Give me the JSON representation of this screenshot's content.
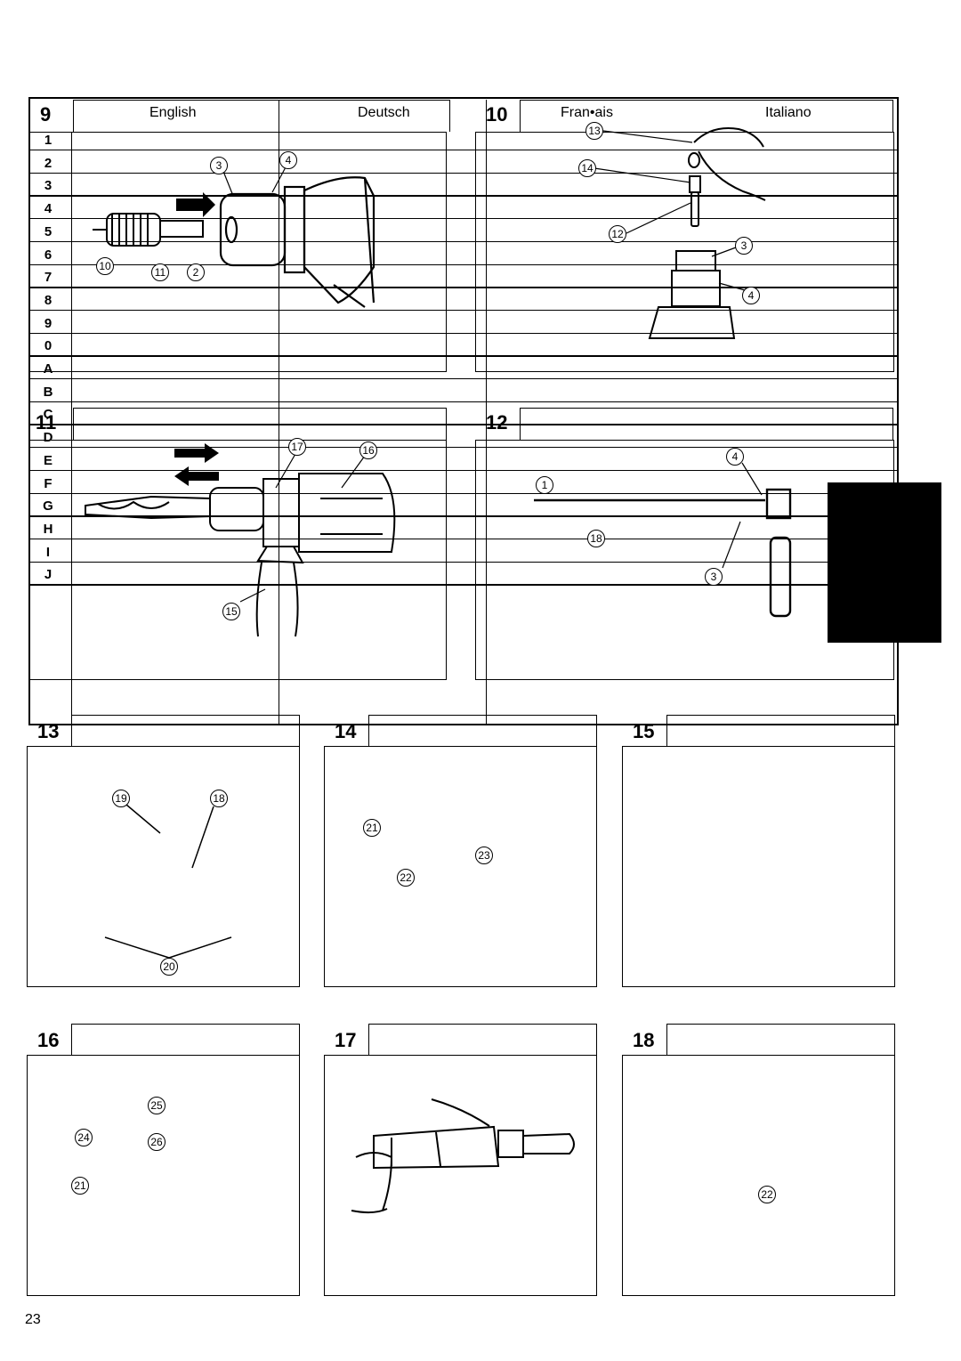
{
  "page": {
    "page_number": "23"
  },
  "table": {
    "headers": [
      "English",
      "Deutsch",
      "Fran•ais",
      "Italiano"
    ],
    "row_labels": [
      "1",
      "2",
      "3",
      "4",
      "5",
      "6",
      "7",
      "8",
      "9",
      "0",
      "A",
      "B",
      "C",
      "D",
      "E",
      "F",
      "G",
      "H",
      "I",
      "J"
    ]
  },
  "figures": {
    "fig9": {
      "number": "9",
      "callouts": [
        "3",
        "4",
        "10",
        "11",
        "2"
      ]
    },
    "fig10": {
      "number": "10",
      "callouts": [
        "13",
        "14",
        "12",
        "3",
        "4"
      ]
    },
    "fig11": {
      "number": "11",
      "callouts": [
        "17",
        "16",
        "15"
      ]
    },
    "fig12": {
      "number": "12",
      "callouts": [
        "4",
        "1",
        "18",
        "3"
      ]
    },
    "fig13": {
      "number": "13",
      "callouts": [
        "19",
        "18",
        "20"
      ]
    },
    "fig14": {
      "number": "14",
      "callouts": [
        "21",
        "23",
        "22"
      ]
    },
    "fig15": {
      "number": "15",
      "callouts": []
    },
    "fig16": {
      "number": "16",
      "callouts": [
        "25",
        "24",
        "26",
        "21"
      ]
    },
    "fig17": {
      "number": "17",
      "callouts": []
    },
    "fig18": {
      "number": "18",
      "callouts": [
        "22"
      ]
    }
  },
  "callout_glyphs": {
    "1": "①",
    "2": "②",
    "3": "③",
    "4": "④",
    "10": "⑩",
    "11": "⑪",
    "12": "⑫",
    "13": "⑬",
    "14": "⑭",
    "15": "⑮",
    "16": "⑯",
    "17": "⑰",
    "18": "⑱",
    "19": "⑲",
    "20": "⑳",
    "21": "㉑",
    "22": "㉒",
    "23": "㉓",
    "24": "㉔",
    "25": "㉕",
    "26": "㉖"
  }
}
